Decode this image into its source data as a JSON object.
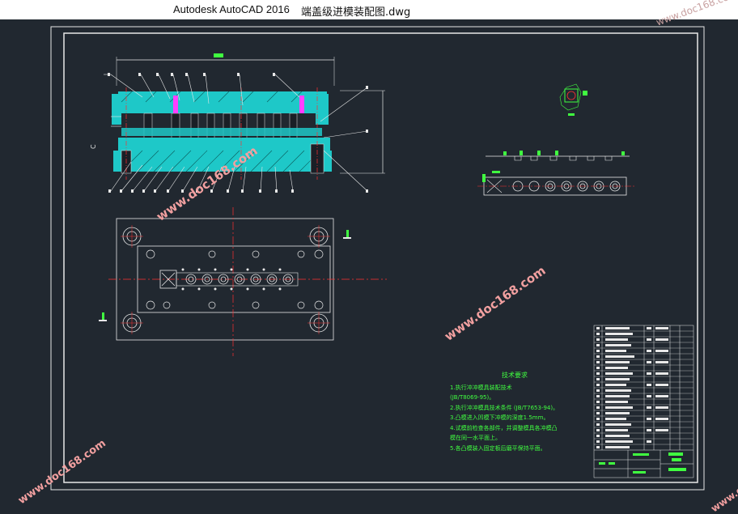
{
  "window": {
    "app_title": "Autodesk AutoCAD 2016",
    "document_title": "端盖级进模装配图.dwg"
  },
  "colors": {
    "background": "#212830",
    "frame": "#e8e8e8",
    "cyan_fill": "#1ec8c8",
    "green_notes": "#40ff40",
    "red_centerline": "#ff3030",
    "watermark": "#f2a0a0"
  },
  "technical_requirements": {
    "title": "技术要求",
    "items": [
      "1.执行冲冲模具装配技术",
      "(JB/T8069-95)。",
      "2.执行冲冲模具技术条件 (JB/T7653-94)。",
      "3.凸模进入凹模下冲模的深度1.5mm。",
      "4.试模前检查各部件，并调整模具各冲模凸",
      "模在同一水平面上。",
      "5.各凸模装入固定板后磨平保持平面。"
    ]
  },
  "watermark_text": "www.doc168.com"
}
